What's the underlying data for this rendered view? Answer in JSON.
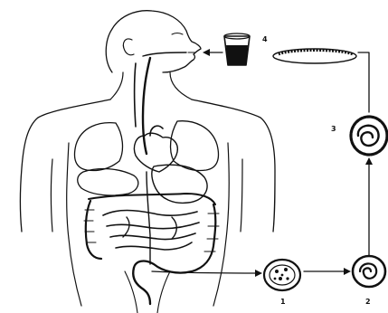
{
  "diagram": {
    "stage_labels": {
      "stage_1": "1",
      "stage_2": "2",
      "stage_3": "3",
      "stage_4": "4"
    },
    "ink_color": "#111111",
    "background_color": "#ffffff"
  }
}
